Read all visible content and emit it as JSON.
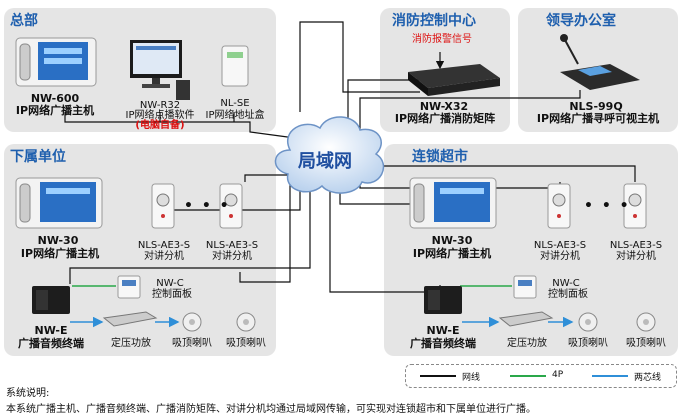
{
  "sections": {
    "hq": "总部",
    "fire_center": "消防控制中心",
    "leader_office": "领导办公室",
    "subordinate": "下属单位",
    "chain_store": "连锁超市"
  },
  "cloud": "局域网",
  "hq_devices": [
    {
      "model": "NW-600",
      "desc": "IP网络广播主机"
    },
    {
      "model": "NW-R32",
      "desc": "IP网络点播软件",
      "note": "(电脑自备)"
    },
    {
      "model": "NL-SE",
      "desc": "IP网络地址盒"
    }
  ],
  "fire": {
    "signal": "消防报警信号",
    "model": "NW-X32",
    "desc": "IP网络广播消防矩阵"
  },
  "leader": {
    "model": "NLS-99Q",
    "desc": "IP网络广播寻呼可视主机"
  },
  "site": {
    "host_model": "NW-30",
    "host_desc": "IP网络广播主机",
    "intercom_model": "NLS-AE3-S",
    "intercom_desc": "对讲分机",
    "ellipsis": "• • •",
    "panel_model": "NW-C",
    "panel_desc": "控制面板",
    "terminal_model": "NW-E",
    "terminal_desc": "广播音频终端",
    "amp": "定压功放",
    "speaker": "吸顶喇叭"
  },
  "legend": {
    "net": "网线",
    "four_p": "4P",
    "two_core": "两芯线"
  },
  "colors": {
    "panel": "#e5e5e5",
    "title": "#1e5fae",
    "net": "#111111",
    "four_p": "#2aa84a",
    "two_core": "#2f8fd8"
  },
  "notes": {
    "title": "系统说明:",
    "body": "本系统广播主机、广播音频终端、广播消防矩阵、对讲分机均通过局域网传输，可实现对连锁超市和下属单位进行广播。"
  }
}
